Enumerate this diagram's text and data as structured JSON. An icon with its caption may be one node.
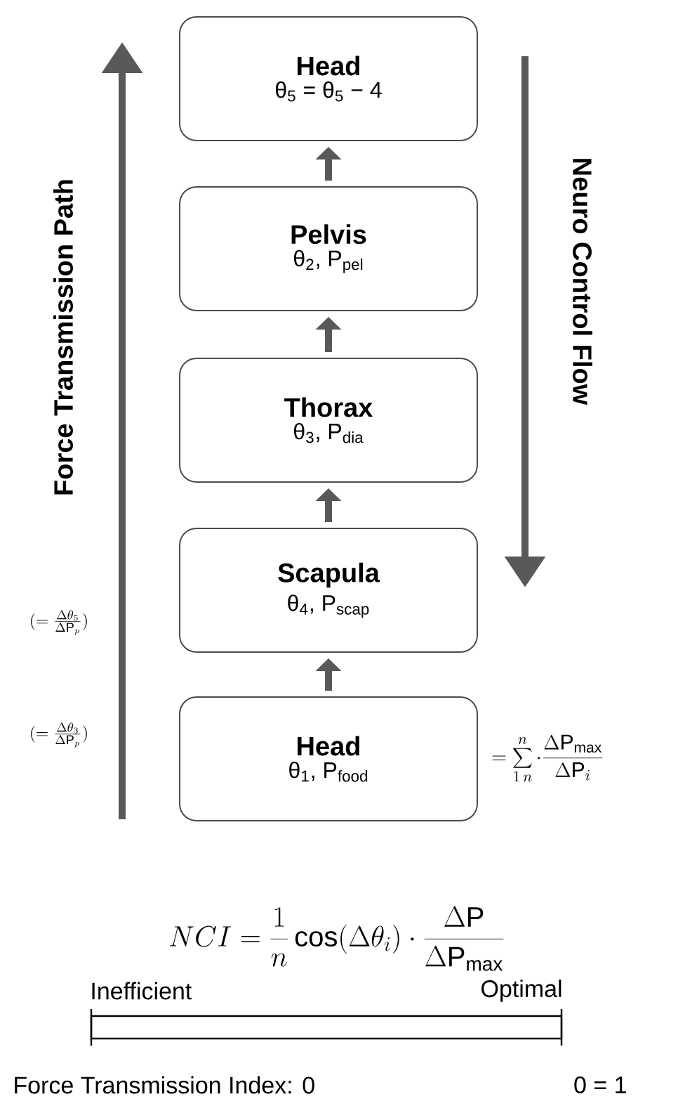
{
  "diagram": {
    "nodes": [
      {
        "text": [
          "Head",
          "θ$_{5}$ = θ$_{5}$ − 4"
        ]
      },
      {
        "text": [
          "Pelvis",
          "θ$_{2}$, P$_{pel}$"
        ]
      },
      {
        "text": [
          "Thorax",
          "θ$_{3}$, P$_{dia}$"
        ]
      },
      {
        "text": [
          "Scapula",
          "θ$_{4}$, P$_{scap}$"
        ]
      },
      {
        "text": [
          "Head",
          "θ$_{1}$, P$_{food}$"
        ],
        "beside": [
          "= \\sum_{1\\,n}^{n} \\cdot \\frac{\\Delta \\mathrm{P}_{\\mathrm{max}}}{\\Delta \\mathrm{P}_{i}}"
        ]
      }
    ],
    "edges": [
      {
        "from": 4,
        "to": 3,
        "arrow": "to"
      },
      {
        "from": 3,
        "to": 2,
        "arrow": "to"
      },
      {
        "from": 2,
        "to": 1,
        "arrow": "to"
      },
      {
        "from": 1,
        "to": 0,
        "arrow": "to"
      }
    ],
    "labels": [
      "Force Transmission Path",
      "Neuro Control Flow",
      "(= \\frac{\\Delta\\theta_5}{\\Delta \\mathrm{P}_p})",
      "(= \\frac{\\Delta\\theta_3}{\\Delta \\mathrm{P}_p})",
      "NCI = \\frac{1}{n}\\cos(\\Delta\\theta_i) \\cdot \\frac{\\Delta \\mathrm{P}}{\\Delta \\mathrm{P}_{\\mathrm{max}}}",
      "Inefficient",
      "Optimal",
      "Force Transmission Index: 0",
      "0 = 1"
    ]
  }
}
